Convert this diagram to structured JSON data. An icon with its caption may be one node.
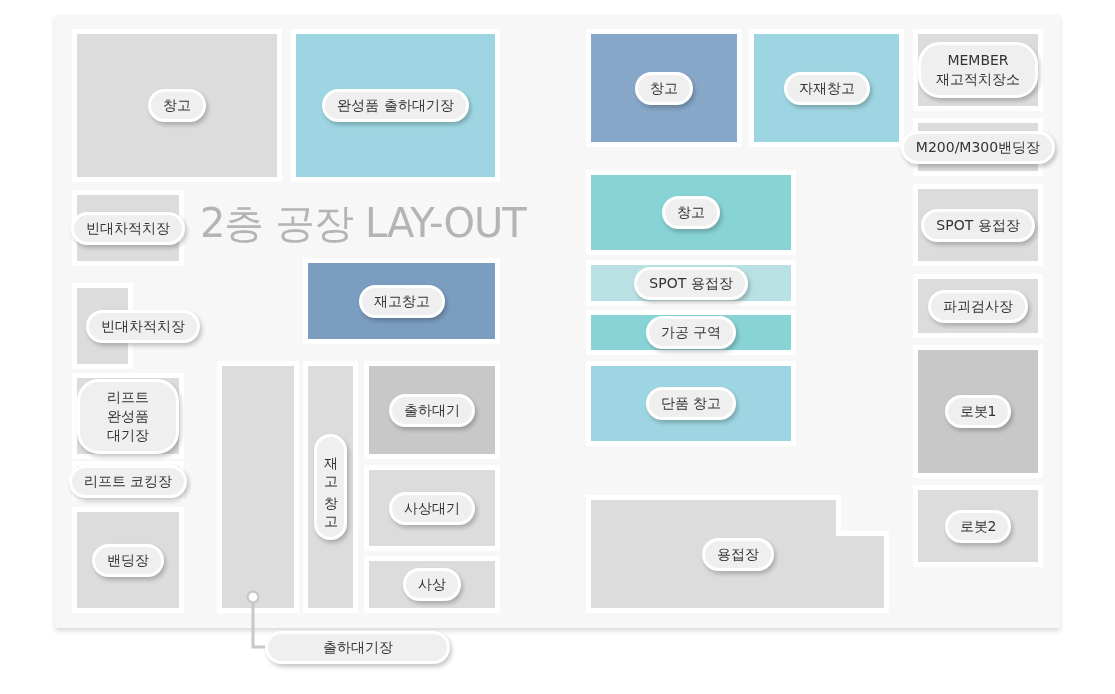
{
  "diagram": {
    "title": "2층 공장 LAY-OUT",
    "nodes": [
      {
        "text": [
          "창고"
        ]
      },
      {
        "text": [
          "완성품 출하대기장"
        ]
      },
      {
        "text": [
          "빈대차적치장"
        ]
      },
      {
        "text": [
          "빈대차적치장"
        ]
      },
      {
        "text": [
          "재고창고"
        ]
      },
      {
        "text": [
          "리프트 완성품 대기장"
        ]
      },
      {
        "text": [
          "리프트 코킹장"
        ]
      },
      {
        "text": [
          "밴딩장"
        ]
      },
      {
        "text": [],
        "shape": "box"
      },
      {
        "text": [
          "재고창고"
        ]
      },
      {
        "text": [
          "출하대기"
        ]
      },
      {
        "text": [
          "사상대기"
        ]
      },
      {
        "text": [
          "사상"
        ]
      },
      {
        "text": [
          "창고"
        ]
      },
      {
        "text": [
          "자재창고"
        ]
      },
      {
        "text": [
          "MEMBER 재고적치장소"
        ]
      },
      {
        "text": [
          "M200/M300밴딩장"
        ]
      },
      {
        "text": [
          "SPOT 용접장"
        ]
      },
      {
        "text": [
          "창고"
        ]
      },
      {
        "text": [
          "SPOT 용접장"
        ]
      },
      {
        "text": [
          "가공 구역"
        ]
      },
      {
        "text": [
          "단품 창고"
        ]
      },
      {
        "text": [
          "파괴검사장"
        ]
      },
      {
        "text": [
          "로봇1"
        ]
      },
      {
        "text": [
          "로봇2"
        ]
      },
      {
        "text": [
          "용접장"
        ]
      },
      {
        "text": [
          "출하대기장"
        ]
      }
    ],
    "edges": [
      {
        "from": 26,
        "to": 8,
        "arrow": "other"
      }
    ]
  }
}
